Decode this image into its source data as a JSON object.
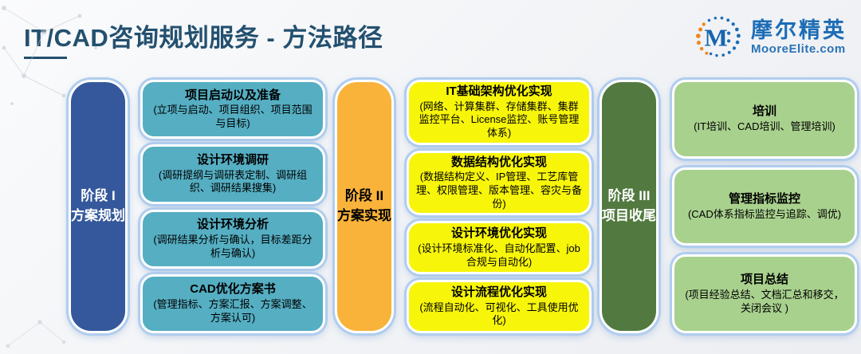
{
  "header": {
    "title": "IT/CAD咨询规划服务 - 方法路径",
    "logo": {
      "mark_letter": "M",
      "name_cn": "摩尔精英",
      "domain": "MooreElite.com"
    }
  },
  "phases": [
    {
      "bar_label": "阶段 I",
      "bar_sublabel": "方案规划",
      "boxes": [
        {
          "title": "项目启动以及准备",
          "detail": "(立项与启动、项目组织、项目范围与目标)"
        },
        {
          "title": "设计环境调研",
          "detail": "(调研提纲与调研表定制、调研组织、调研结果搜集)"
        },
        {
          "title": "设计环境分析",
          "detail": "(调研结果分析与确认，目标差距分析与确认)"
        },
        {
          "title": "CAD优化方案书",
          "detail": "(管理指标、方案汇报、方案调整、方案认可)"
        }
      ]
    },
    {
      "bar_label": "阶段 II",
      "bar_sublabel": "方案实现",
      "boxes": [
        {
          "title": "IT基础架构优化实现",
          "detail": "(网络、计算集群、存储集群、集群监控平台、License监控、账号管理体系)"
        },
        {
          "title": "数据结构优化实现",
          "detail": "(数据结构定义、IP管理、工艺库管理、权限管理、版本管理、容灾与备份)"
        },
        {
          "title": "设计环境优化实现",
          "detail": "(设计环境标准化、自动化配置、job合规与自动化)"
        },
        {
          "title": "设计流程优化实现",
          "detail": "(流程自动化、可视化、工具使用优化)"
        }
      ]
    },
    {
      "bar_label": "阶段 III",
      "bar_sublabel": "项目收尾",
      "boxes": [
        {
          "title": "培训",
          "detail": "(IT培训、CAD培训、管理培训)"
        },
        {
          "title": "管理指标监控",
          "detail": "(CAD体系指标监控与追踪、调优)"
        },
        {
          "title": "项目总结",
          "detail": "(项目经验总结、文档汇总和移交，关闭会议 )"
        }
      ]
    }
  ],
  "colors": {
    "title_text": "#23506F",
    "phase1_bar": "#34589B",
    "phase1_box": "#55AEC2",
    "phase2_bar": "#F9B33A",
    "phase2_box": "#F7F50A",
    "phase3_bar": "#527A40",
    "phase3_box": "#A9D18E",
    "glow_ring": "#B0CDEE",
    "logo_blue": "#1C6CB5",
    "logo_orange": "#F08519"
  }
}
